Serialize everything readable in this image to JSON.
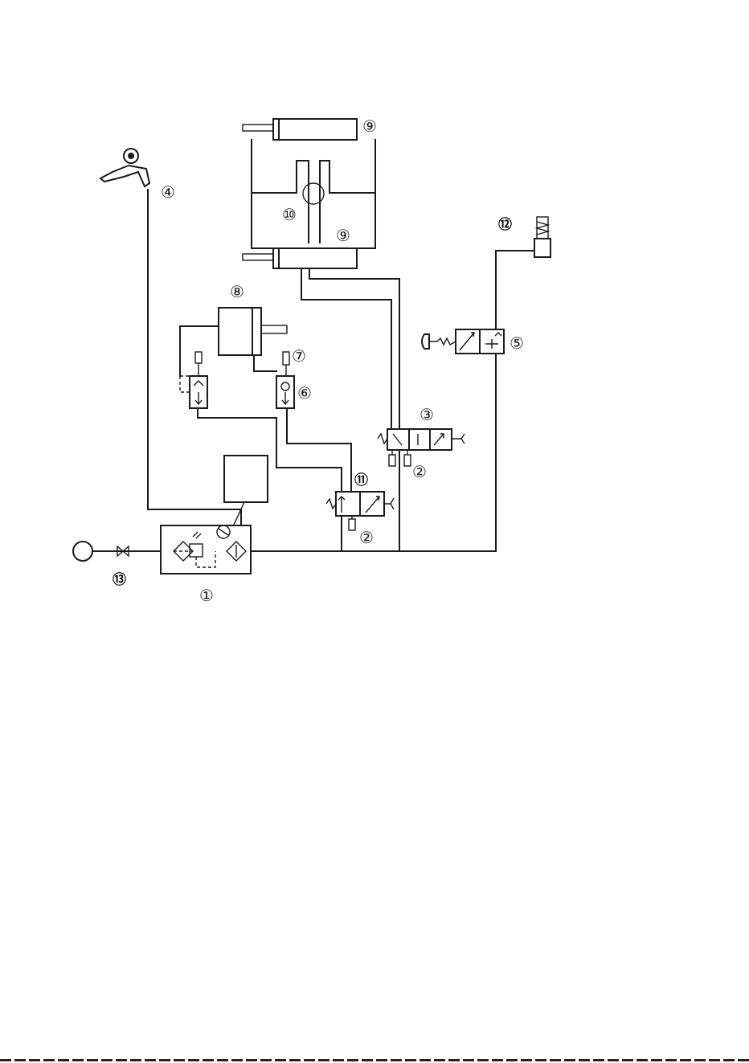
{
  "diagram": {
    "type": "pneumatic-circuit",
    "labels": {
      "c1": "1",
      "c2a": "2",
      "c2b": "2",
      "c3": "3",
      "c4": "4",
      "c5": "5",
      "c6": "6",
      "c7": "7",
      "c8": "8",
      "c9a": "9",
      "c9b": "9",
      "c10": "10",
      "c11": "11",
      "c12": "12",
      "c13": "13"
    },
    "line_color": "#1a1a1a",
    "background": "#ffffff"
  }
}
